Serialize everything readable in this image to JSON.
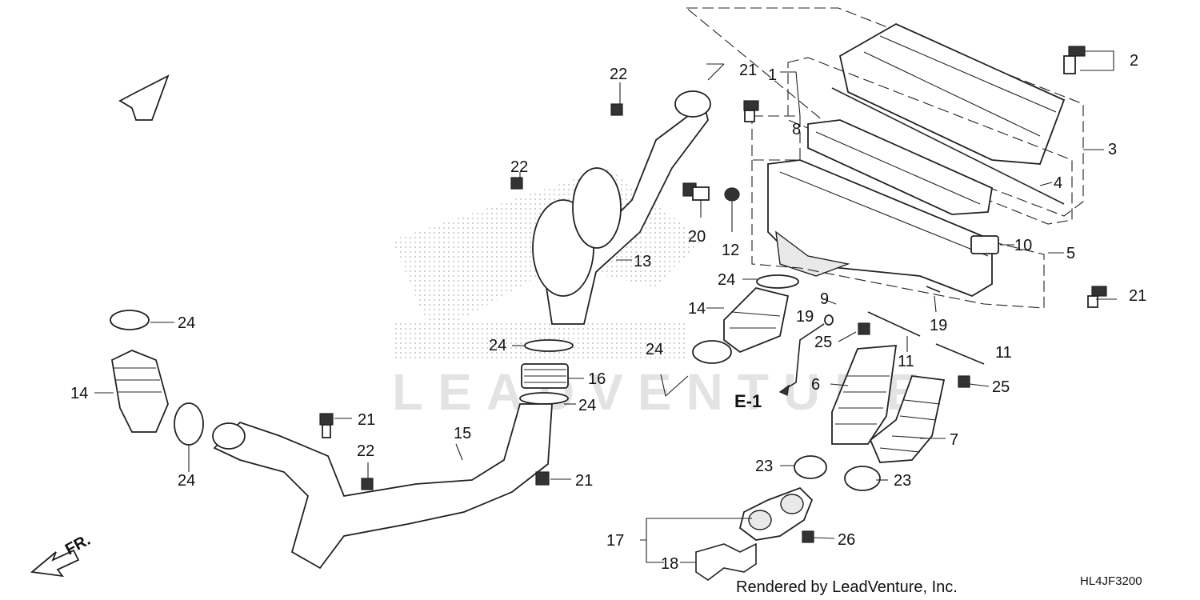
{
  "diagram": {
    "callouts": [
      {
        "id": "c1",
        "label": "1"
      },
      {
        "id": "c2",
        "label": "2"
      },
      {
        "id": "c3",
        "label": "3"
      },
      {
        "id": "c4",
        "label": "4"
      },
      {
        "id": "c5",
        "label": "5"
      },
      {
        "id": "c6",
        "label": "6"
      },
      {
        "id": "c7",
        "label": "7"
      },
      {
        "id": "c8",
        "label": "8"
      },
      {
        "id": "c9",
        "label": "9"
      },
      {
        "id": "c10",
        "label": "10"
      },
      {
        "id": "c11a",
        "label": "11"
      },
      {
        "id": "c11b",
        "label": "11"
      },
      {
        "id": "c12",
        "label": "12"
      },
      {
        "id": "c13",
        "label": "13"
      },
      {
        "id": "c14a",
        "label": "14"
      },
      {
        "id": "c14b",
        "label": "14"
      },
      {
        "id": "c15",
        "label": "15"
      },
      {
        "id": "c16",
        "label": "16"
      },
      {
        "id": "c17",
        "label": "17"
      },
      {
        "id": "c18",
        "label": "18"
      },
      {
        "id": "c19a",
        "label": "19"
      },
      {
        "id": "c19b",
        "label": "19"
      },
      {
        "id": "c20",
        "label": "20"
      },
      {
        "id": "c21a",
        "label": "21"
      },
      {
        "id": "c21b",
        "label": "21"
      },
      {
        "id": "c21c",
        "label": "21"
      },
      {
        "id": "c21d",
        "label": "21"
      },
      {
        "id": "c22a",
        "label": "22"
      },
      {
        "id": "c22b",
        "label": "22"
      },
      {
        "id": "c22c",
        "label": "22"
      },
      {
        "id": "c23a",
        "label": "23"
      },
      {
        "id": "c23b",
        "label": "23"
      },
      {
        "id": "c24a",
        "label": "24"
      },
      {
        "id": "c24b",
        "label": "24"
      },
      {
        "id": "c24c",
        "label": "24"
      },
      {
        "id": "c24d",
        "label": "24"
      },
      {
        "id": "c24e",
        "label": "24"
      },
      {
        "id": "c24f",
        "label": "24"
      },
      {
        "id": "c25a",
        "label": "25"
      },
      {
        "id": "c25b",
        "label": "25"
      },
      {
        "id": "c26",
        "label": "26"
      }
    ],
    "reference_label": "E-1",
    "front_label": "FR.",
    "footer_text": "Rendered by LeadVenture, Inc.",
    "diagram_code": "HL4JF3200",
    "watermark_text": "LEADVENTURE"
  }
}
